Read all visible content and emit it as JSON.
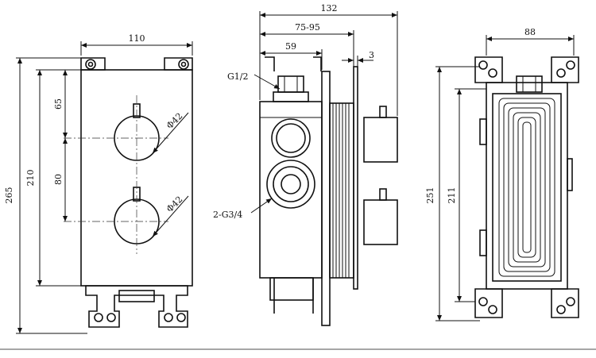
{
  "front_view": {
    "width_label": "110",
    "height_total_label": "265",
    "height_inner_label": "210",
    "upper_spacing_label": "65",
    "lower_spacing_label": "80",
    "upper_knob_label": "Φ42",
    "lower_knob_label": "Φ42"
  },
  "side_view": {
    "total_label": "132",
    "range_label": "75-95",
    "body_label": "59",
    "plate_label": "3",
    "inlet_label": "G1/2",
    "outlet_label": "2-G3/4"
  },
  "back_view": {
    "width_label": "88",
    "height_outer_label": "251",
    "height_inner_label": "211"
  }
}
